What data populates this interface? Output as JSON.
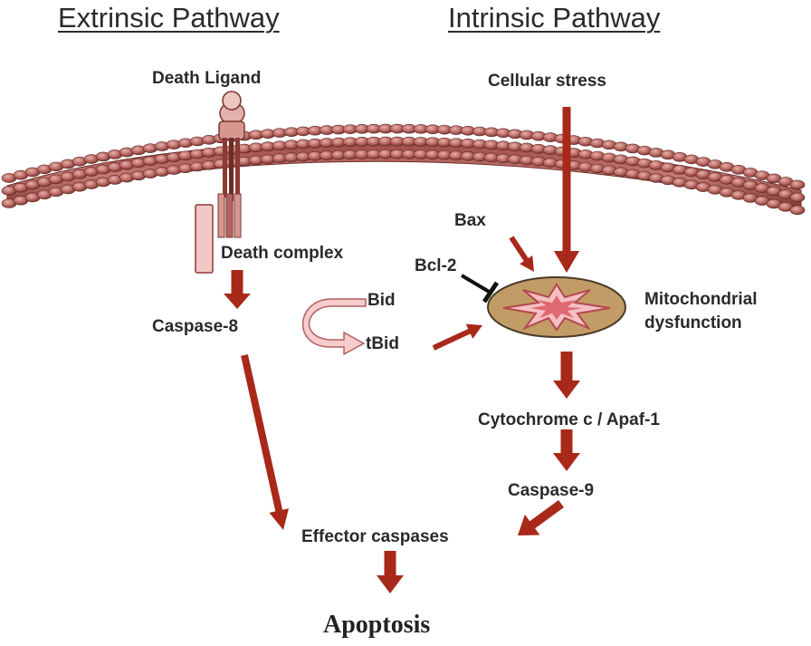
{
  "headers": {
    "extrinsic": "Extrinsic Pathway",
    "intrinsic": "Intrinsic Pathway"
  },
  "labels": {
    "death_ligand": "Death Ligand",
    "cellular_stress": "Cellular stress",
    "death_complex": "Death complex",
    "bax": "Bax",
    "bcl2": "Bcl-2",
    "bid": "Bid",
    "tbid": "tBid",
    "caspase8": "Caspase-8",
    "mito_line1": "Mitochondrial",
    "mito_line2": "dysfunction",
    "cyto": "Cytochrome c / Apaf-1",
    "caspase9": "Caspase-9",
    "effector": "Effector caspases",
    "apoptosis": "Apoptosis"
  },
  "colors": {
    "arrow": "#a8281a",
    "membrane": "#b86a66",
    "membrane_dark": "#6e2e2b",
    "mitochondrion_fill": "#c29c66",
    "mitochondrion_inner": "#e06a72",
    "text": "#2a2a2a"
  }
}
